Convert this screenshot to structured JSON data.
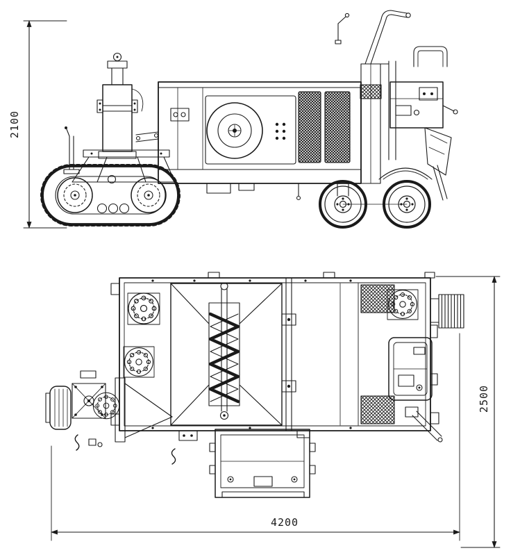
{
  "drawing": {
    "dimensions": {
      "overall_height": "2100",
      "overall_width": "2500",
      "overall_length": "4200"
    },
    "colors": {
      "ink": "#1a1a1a",
      "paper": "#ffffff"
    }
  }
}
